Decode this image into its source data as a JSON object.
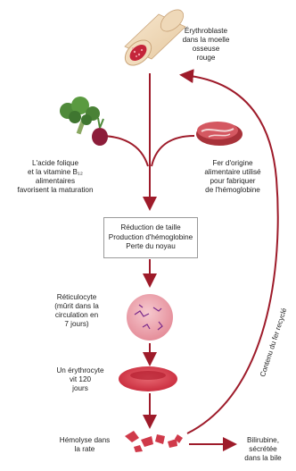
{
  "labels": {
    "erythroblaste": "Érythroblaste\ndans la moelle\nosseuse\nrouge",
    "acide_folique": "L'acide folique\net la vitamine B₁₂\nalimentaires\nfavorisent la maturation",
    "fer": "Fer d'origine\nalimentaire utilisé\npour fabriquer\nde l'hémoglobine",
    "reticulocyte": "Réticulocyte\n(mûrit dans la\ncirculation en\n7 jours)",
    "erythrocyte": "Un érythrocyte\nvit 120\njours",
    "hemolyse": "Hémolyse dans\nla rate",
    "bilirubine": "Bilirubine,\nsécrétée\ndans la bile",
    "fer_recycle": "Contenu du fer recyclé"
  },
  "box": {
    "line1": "Réduction de taille",
    "line2": "Production d'hémoglobine",
    "line3": "Perte du noyau"
  },
  "colors": {
    "arrow": "#9e1b2a",
    "cell": "#d03a4a",
    "bone": "#f2dcc0"
  }
}
